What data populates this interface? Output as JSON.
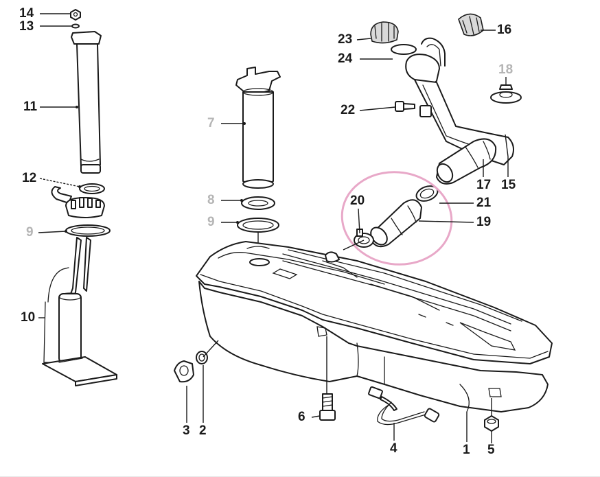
{
  "diagram": {
    "highlight_color": "#e8a8c8",
    "callouts": [
      {
        "id": "c14",
        "text": "14",
        "muted": false
      },
      {
        "id": "c13",
        "text": "13",
        "muted": false
      },
      {
        "id": "c11",
        "text": "11",
        "muted": false
      },
      {
        "id": "c12",
        "text": "12",
        "muted": false
      },
      {
        "id": "c9a",
        "text": "9",
        "muted": true
      },
      {
        "id": "c10",
        "text": "10",
        "muted": false
      },
      {
        "id": "c7",
        "text": "7",
        "muted": true
      },
      {
        "id": "c8",
        "text": "8",
        "muted": true
      },
      {
        "id": "c9b",
        "text": "9",
        "muted": true
      },
      {
        "id": "c23",
        "text": "23",
        "muted": false
      },
      {
        "id": "c24",
        "text": "24",
        "muted": false
      },
      {
        "id": "c16",
        "text": "16",
        "muted": false
      },
      {
        "id": "c18",
        "text": "18",
        "muted": true
      },
      {
        "id": "c22",
        "text": "22",
        "muted": false
      },
      {
        "id": "c17",
        "text": "17",
        "muted": false
      },
      {
        "id": "c15",
        "text": "15",
        "muted": false
      },
      {
        "id": "c20",
        "text": "20",
        "muted": false
      },
      {
        "id": "c21",
        "text": "21",
        "muted": false
      },
      {
        "id": "c19",
        "text": "19",
        "muted": false
      },
      {
        "id": "c3",
        "text": "3",
        "muted": false
      },
      {
        "id": "c2",
        "text": "2",
        "muted": false
      },
      {
        "id": "c6",
        "text": "6",
        "muted": false
      },
      {
        "id": "c4",
        "text": "4",
        "muted": false
      },
      {
        "id": "c1",
        "text": "1",
        "muted": false
      },
      {
        "id": "c5",
        "text": "5",
        "muted": false
      }
    ]
  }
}
